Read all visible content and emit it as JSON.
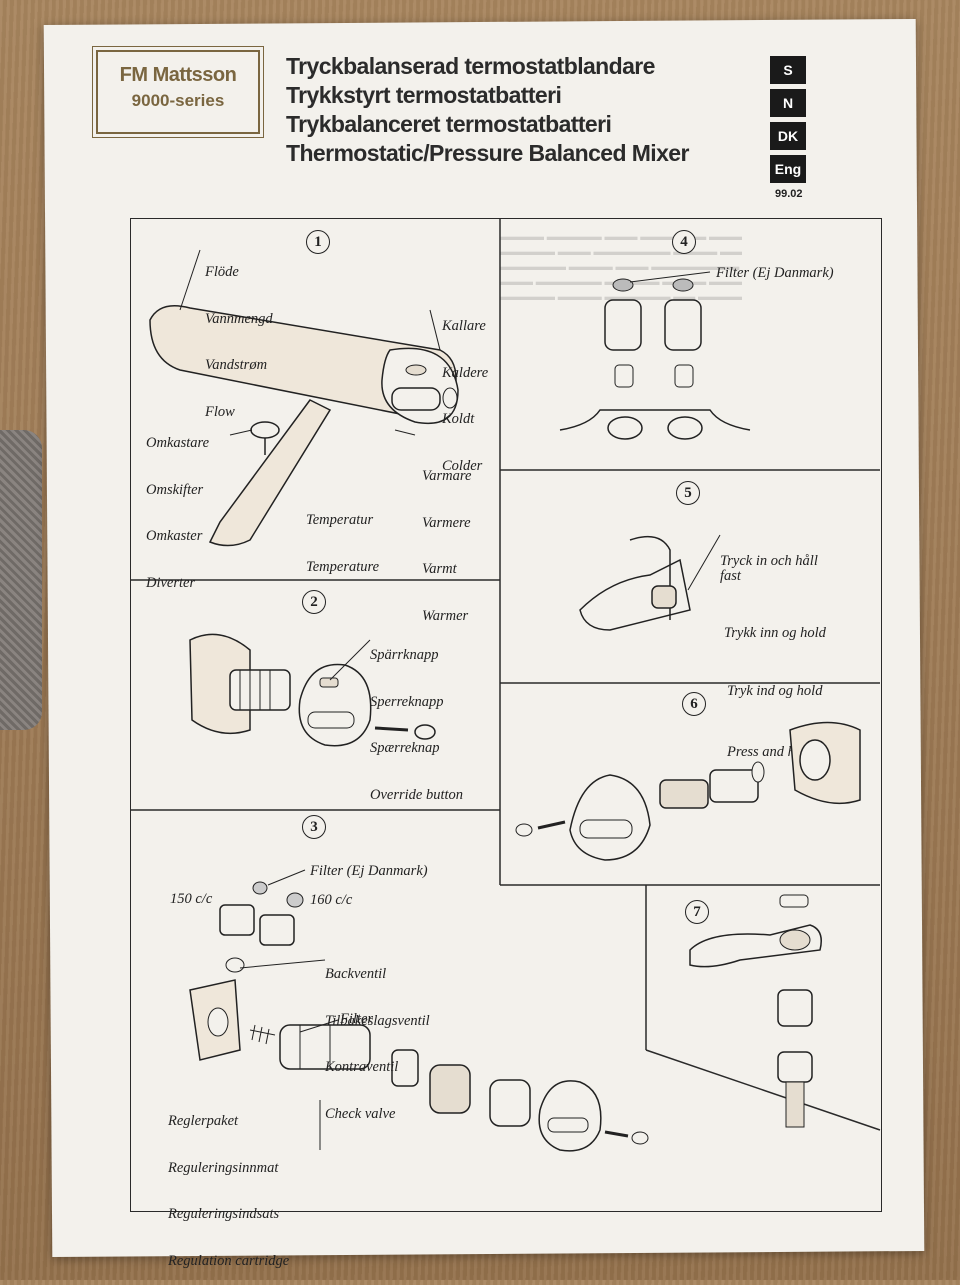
{
  "brand": {
    "name": "FM Mattsson",
    "series": "9000-series"
  },
  "titles": [
    "Tryckbalanserad termostatblandare",
    "Trykkstyrt termostatbatteri",
    "Trykbalanceret termostatbatteri",
    "Thermostatic/Pressure Balanced Mixer"
  ],
  "languages": [
    "S",
    "N",
    "DK",
    "Eng"
  ],
  "date": "99.02",
  "panels": {
    "p1": {
      "number": "1",
      "flow": [
        "Flöde",
        "Vannmengd",
        "Vandstrøm",
        "Flow"
      ],
      "colder": [
        "Kallare",
        "Kaldere",
        "Koldt",
        "Colder"
      ],
      "diverter": [
        "Omkastare",
        "Omskifter",
        "Omkaster",
        "Diverter"
      ],
      "warmer": [
        "Varmare",
        "Varmere",
        "Varmt",
        "Warmer"
      ],
      "temperature": [
        "Temperatur",
        "Temperature"
      ]
    },
    "p2": {
      "number": "2",
      "override": [
        "Spärrknapp",
        "Sperreknapp",
        "Spærreknap",
        "Override button"
      ]
    },
    "p3": {
      "number": "3",
      "filter": "Filter (Ej Danmark)",
      "cc150": "150 c/c",
      "cc160": "160 c/c",
      "check": [
        "Backventil",
        "Tilbakeslagsventil",
        "Kontraventil",
        "Check valve"
      ],
      "filter2": "Filter",
      "cartridge": [
        "Reglerpaket",
        "Reguleringsinnmat",
        "Reguleringsindsats",
        "Regulation cartridge"
      ]
    },
    "p4": {
      "number": "4",
      "filter": "Filter (Ej Danmark)"
    },
    "p5": {
      "number": "5",
      "press": [
        "Tryck in och håll\nfast",
        "Trykk inn og hold",
        "Tryk ind og hold",
        "Press and hold"
      ]
    },
    "p6": {
      "number": "6"
    },
    "p7": {
      "number": "7"
    }
  }
}
